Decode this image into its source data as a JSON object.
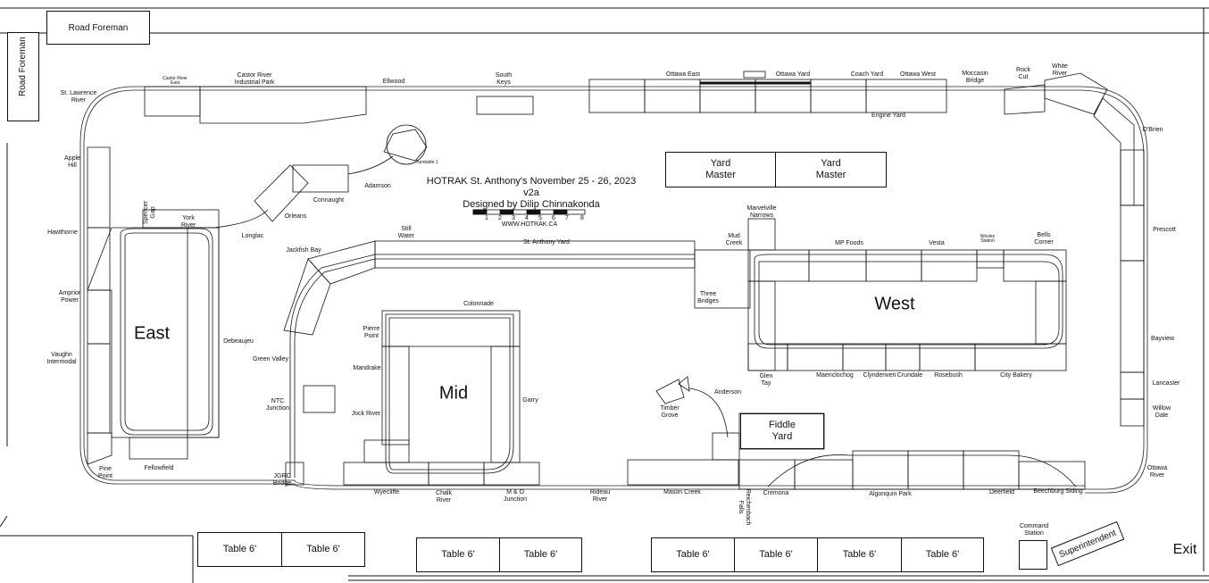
{
  "header": {
    "title_line": "HOTRAK St. Anthony's November 25 - 26, 2023 v2a",
    "designer_line": "Designed by Dilip Chinnakonda",
    "website": "WWW.HOTRAK.CA",
    "scale_ticks": [
      "1",
      "2",
      "3",
      "4",
      "5",
      "6",
      "7",
      "8"
    ]
  },
  "rooms": {
    "road_foreman_top": "Road Foreman",
    "road_foreman_side": "Road Foreman",
    "yard_master_1": "Yard\nMaster",
    "yard_master_2": "Yard\nMaster",
    "fiddle_yard": "Fiddle\nYard",
    "command_station": "Command\nStation",
    "superintendent": "Superintendent",
    "exit": "Exit"
  },
  "modules": {
    "east": "East",
    "mid": "Mid",
    "west": "West"
  },
  "tables": [
    "Table 6'",
    "Table 6'",
    "Table 6'",
    "Table 6'",
    "Table 6'",
    "Table 6'",
    "Table 6'",
    "Table 6'"
  ],
  "stations": {
    "st_lawrence_river": "St. Lawrence\nRiver",
    "castor_river_industrial_park": "Castor River\nIndustrial Park",
    "castor_river_east": "Castor River\nEast",
    "ellwood": "Ellwood",
    "south_keys": "South\nKeys",
    "ottawa_east": "Ottawa East",
    "ottawa_yard": "Ottawa Yard",
    "coach_yard": "Coach Yard",
    "ottawa_west": "Ottawa West",
    "engine_yard": "Engine Yard",
    "moccasin_bridge": "Moccasin\nBridge",
    "rock_cut": "Rock\nCut",
    "white_river": "White\nRiver",
    "obrien": "O'Brien",
    "prescott": "Prescott",
    "bayview": "Bayview",
    "lancaster": "Lancaster",
    "willow_dale": "Willow\nDale",
    "ottawa_river": "Ottawa\nRiver",
    "apple_hill": "Apple\nHill",
    "hawthorne": "Hawthorne",
    "amprior_power": "Amprior\nPower",
    "vaughn_intermodal": "Vaughn\nIntermodal",
    "pine_point": "Pine\nPoint",
    "fellowfield": "Fellowfield",
    "spencer_gap": "Spencer\nGap",
    "york_river": "York\nRiver",
    "longlac": "Longlac",
    "debeaujeu": "Debeaujeu",
    "orleans": "Orleans",
    "connaught": "Connaught",
    "adamson": "Adamson",
    "turntable": "Turntable 1",
    "jackfish_bay": "Jackfish Bay",
    "still_water": "Still\nWater",
    "st_anthony_yard": "St. Anthony Yard",
    "marvelville_narrows": "Marvelville\nNarrows",
    "mud_creek": "Mud\nCreek",
    "three_bridges": "Three\nBridges",
    "mp_foods": "MP Foods",
    "vesta": "Vesta",
    "wesley_station": "Wesley\nStation",
    "bells_corner": "Bells\nCorner",
    "glen_tay": "Glen\nTay",
    "maenclochog": "Maenclochog",
    "clynderwen": "Clynderwen",
    "crundale": "Crundale",
    "rosebush": "Rosebush",
    "city_bakery": "City Bakery",
    "green_valley": "Green Valley",
    "ntc_junction": "NTC\nJunction",
    "jgrc_bridge": "JGRC\nBridge",
    "pierre_point": "Pierre\nPoint",
    "mandrake": "Mandrake",
    "jock_river": "Jock River",
    "colonnade": "Colonnade",
    "garry": "Garry",
    "wyecliffe": "Wyecliffe",
    "chalk_river": "Chalk\nRiver",
    "mo_junction": "M & O\nJunction",
    "rideau_river": "Rideau\nRiver",
    "mason_creek": "Mason Creek",
    "anderson": "Anderson",
    "timber_grove": "Timber\nGrove",
    "reichenbach_falls": "Reichenbach\nFalls",
    "cremona": "Cremona",
    "algonquin_park": "Algonquin Park",
    "deerfield": "Deerfield",
    "beechburg_siding": "Beechburg Siding"
  }
}
